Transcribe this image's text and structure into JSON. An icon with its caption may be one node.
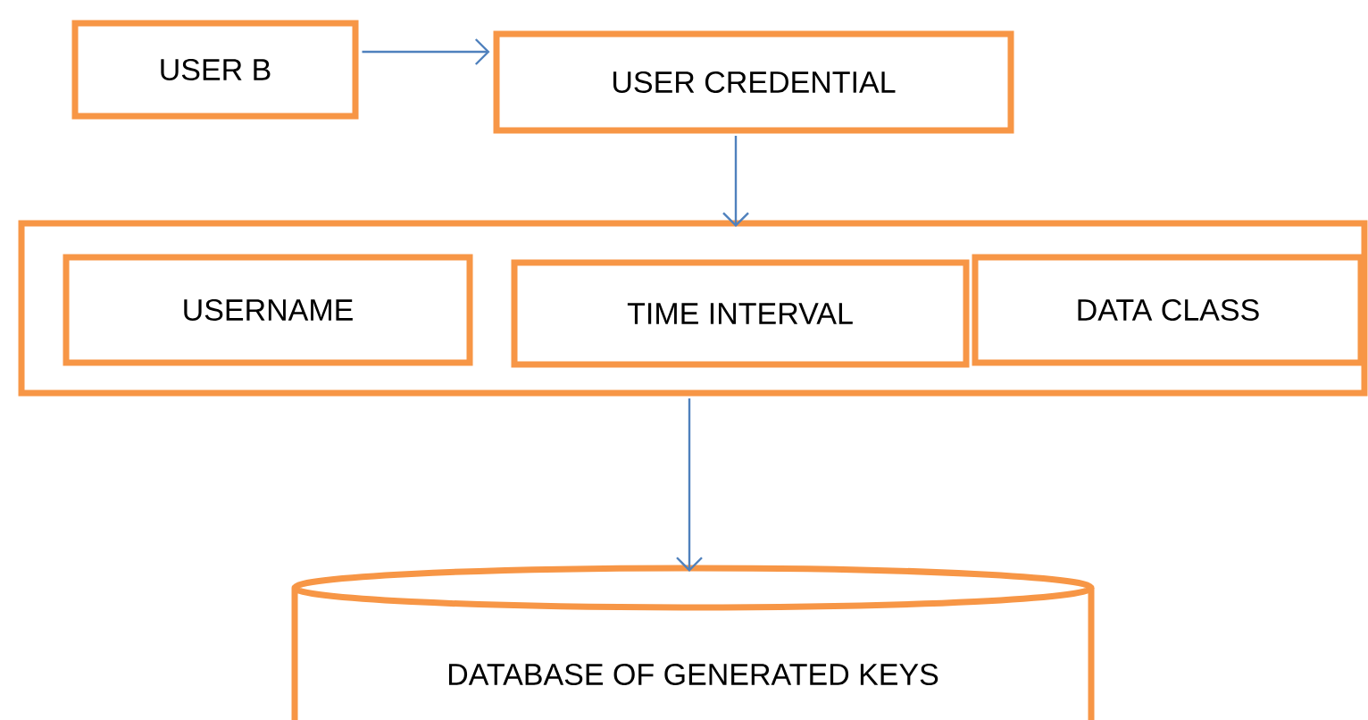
{
  "diagram": {
    "nodes": [
      {
        "text": [
          "USER B"
        ]
      },
      {
        "text": [
          "USER CREDENTIAL"
        ]
      },
      {
        "text": [],
        "shape": "box"
      },
      {
        "text": [
          "USERNAME"
        ],
        "in": 2
      },
      {
        "text": [
          "TIME INTERVAL"
        ],
        "in": 2
      },
      {
        "text": [
          "DATA CLASS"
        ],
        "in": 2
      },
      {
        "text": [
          "DATABASE OF GENERATED KEYS"
        ]
      }
    ],
    "edges": [
      {
        "from": 0,
        "to": 1,
        "arrow": "to"
      },
      {
        "from": 1,
        "to": 2,
        "arrow": "to"
      },
      {
        "from": 2,
        "to": 6,
        "arrow": "to"
      }
    ]
  }
}
